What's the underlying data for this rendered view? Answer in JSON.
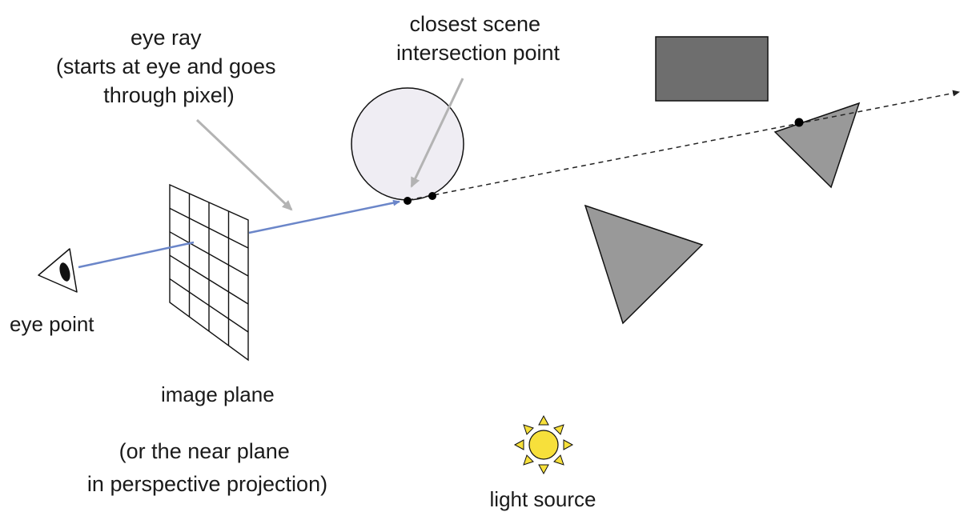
{
  "labels": {
    "eye_ray": [
      "eye ray",
      "(starts at eye and goes",
      "through pixel)"
    ],
    "closest_intersection": [
      "closest scene",
      "intersection point"
    ],
    "eye_point": "eye point",
    "image_plane": "image plane",
    "near_plane_note": [
      "(or the near plane",
      "in perspective projection)"
    ],
    "light_source": "light source"
  },
  "colors": {
    "eye_ray": "#6b86c9",
    "pointer_arrow": "#b3b3b3",
    "sphere_fill": "#efedf3",
    "dark_rectangle": "#6e6e6e",
    "triangle_fill": "#999999",
    "sun": "#f7e03b",
    "outline": "#111111",
    "dashed_ray": "#222222"
  },
  "icons": {
    "eye": "eye-icon",
    "sun": "sun-icon"
  }
}
